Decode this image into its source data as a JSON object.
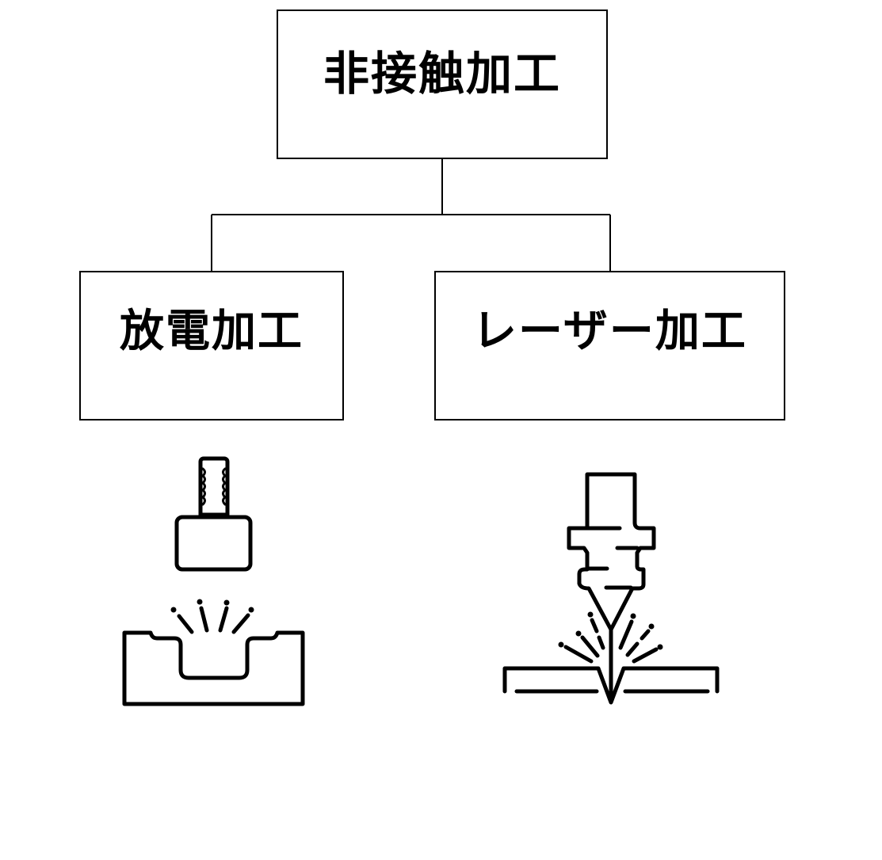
{
  "diagram": {
    "root": {
      "label": "非接触加工"
    },
    "children": [
      {
        "label": "放電加工",
        "icon": "electric-discharge-machining-icon"
      },
      {
        "label": "レーザー加工",
        "icon": "laser-cutting-icon"
      }
    ]
  },
  "colors": {
    "stroke": "#000000",
    "background": "#ffffff"
  }
}
